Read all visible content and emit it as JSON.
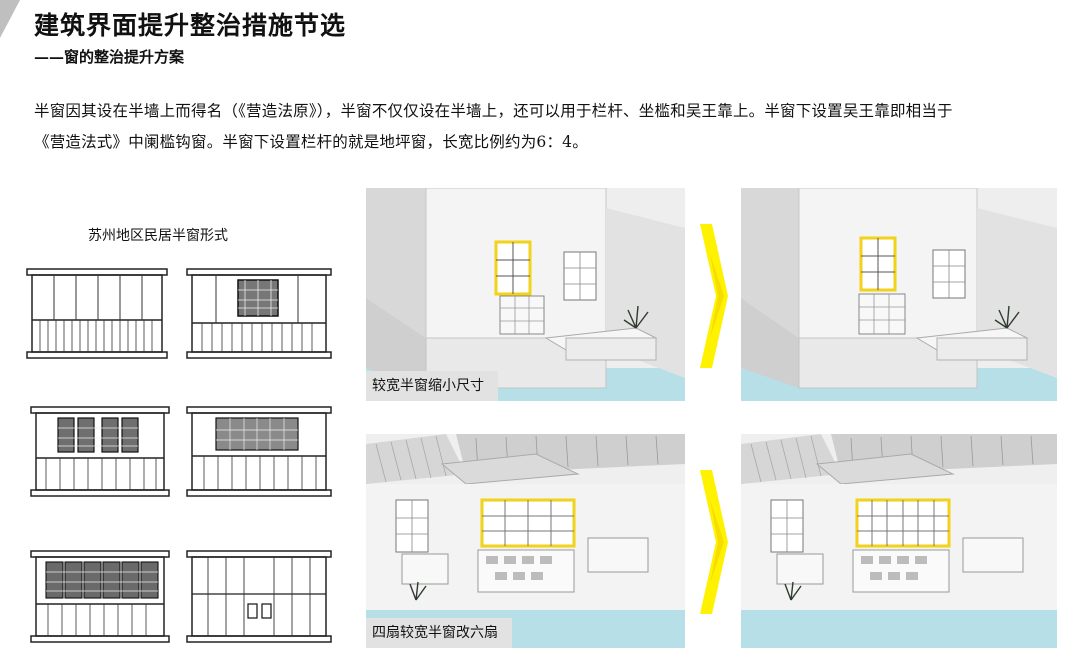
{
  "header": {
    "title": "建筑界面提升整治措施节选",
    "subtitle": "——窗的整治提升方案"
  },
  "intro": {
    "line1": "半窗因其设在半墙上而得名（《营造法原》），半窗不仅仅设在半墙上，还可以用于栏杆、坐槛和吴王靠上。半窗下设置吴王靠即相当于",
    "line2": "《营造法式》中阑槛钩窗。半窗下设置栏杆的就是地坪窗，长宽比例约为6：4。"
  },
  "diagram": {
    "caption": "苏州地区民居半窗形式"
  },
  "renders": {
    "row1_caption": "较宽半窗缩小尺寸",
    "row2_caption": "四扇较宽半窗改六扇"
  },
  "colors": {
    "highlight": "#f2d21a",
    "arrow": "#fff200",
    "water": "#b6dfe8",
    "caption_bg": "#e2e2e2"
  },
  "icons": {
    "arrow": "right-arrow-icon"
  }
}
